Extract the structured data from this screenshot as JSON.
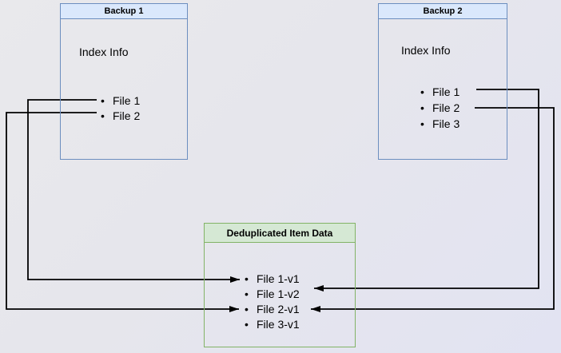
{
  "diagram": {
    "background_colors": {
      "top_left": "#e9e9ec",
      "bottom_right": "#e2e3f2"
    },
    "connector_color": "#000000",
    "backup1": {
      "title": "Backup 1",
      "section_label": "Index Info",
      "items": [
        "File 1",
        "File 2"
      ],
      "border_color": "#6c8ebf",
      "header_fill": "#dae8fc"
    },
    "backup2": {
      "title": "Backup 2",
      "section_label": "Index Info",
      "items": [
        "File 1",
        "File 2",
        "File 3"
      ],
      "border_color": "#6c8ebf",
      "header_fill": "#dae8fc"
    },
    "dedup": {
      "title": "Deduplicated Item Data",
      "items": [
        "File 1-v1",
        "File 1-v2",
        "File 2-v1",
        "File 3-v1"
      ],
      "border_color": "#82b366",
      "header_fill": "#d5e8d4"
    },
    "connections": [
      {
        "from": "Backup 1 / File 1",
        "to": "Deduplicated Item Data / File 1-v1",
        "route": "left-around"
      },
      {
        "from": "Backup 1 / File 2",
        "to": "Deduplicated Item Data / File 2-v1",
        "route": "left-around"
      },
      {
        "from": "Backup 2 / File 1",
        "to": "Deduplicated Item Data / File 1-v2",
        "route": "right-around"
      },
      {
        "from": "Backup 2 / File 2",
        "to": "Deduplicated Item Data / File 2-v1",
        "route": "right-around"
      }
    ]
  }
}
